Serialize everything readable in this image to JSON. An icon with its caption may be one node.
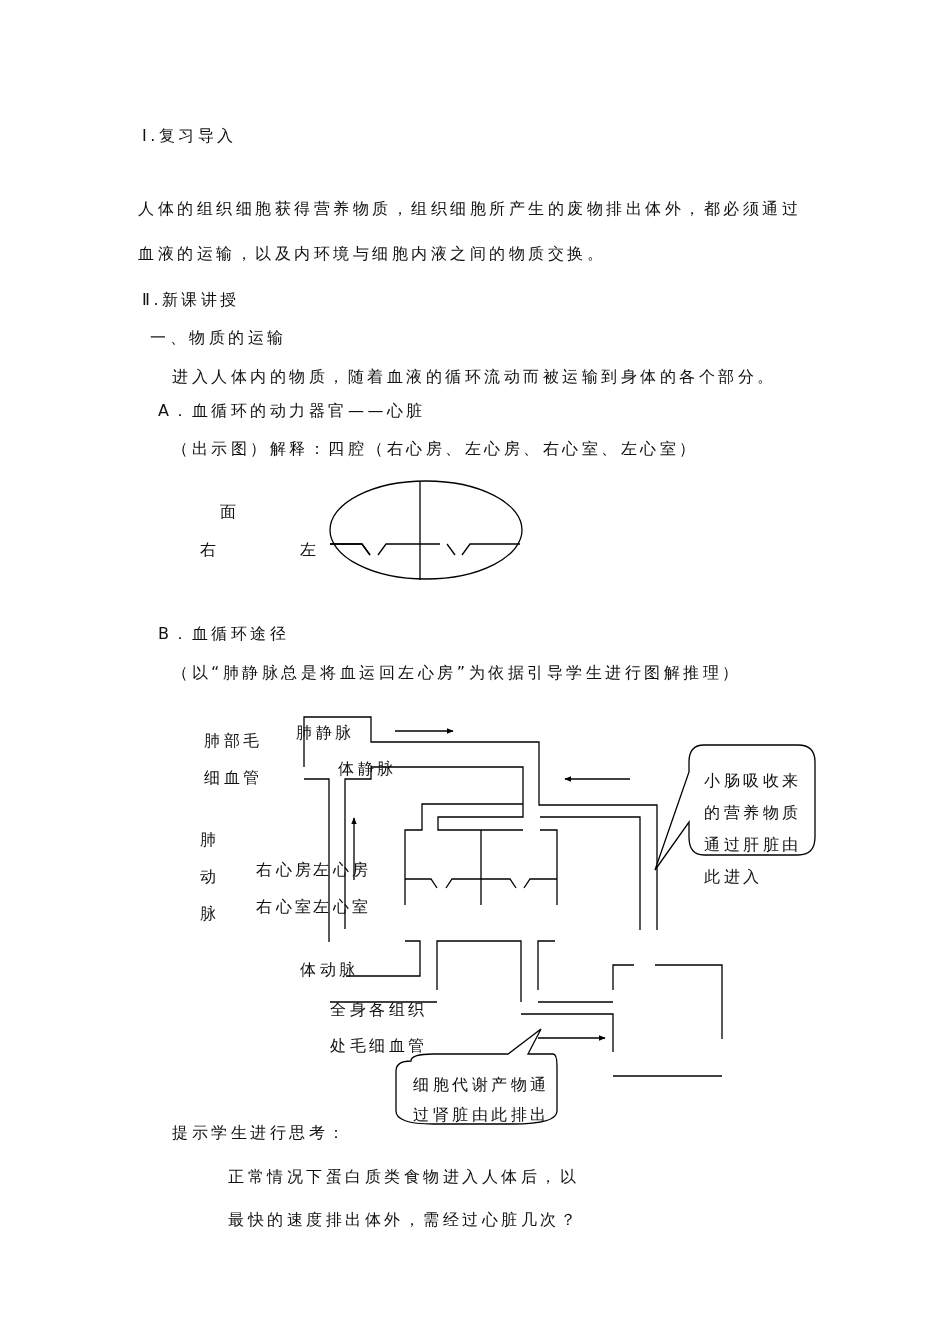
{
  "diagram": {
    "nodes": [
      {
        "text": [
          "小肠吸收来的营养物质通过肝脏由此进入"
        ]
      },
      {
        "text": [
          "细胞代谢产物通过肾脏由此排出"
        ]
      }
    ],
    "labels": [
      "Ⅰ.复习导入",
      "人体的组织细胞获得营养物质，组织细胞所产生的废物排出体外，都必须通过血液的运输，以及内环境与细胞内液之间的物质交换。",
      "Ⅱ.新课讲授",
      "一、物质的运输",
      "进入人体内的物质，随着血液的循环流动而被运输到身体的各个部分。",
      "A．血循环的动力器官——心脏",
      "（出示图）解释：四腔（右心房、左心房、右心室、左心室）",
      "面",
      "右",
      "左",
      "B．血循环途径",
      "（以“肺静脉总是将血运回左心房”为依据引导学生进行图解推理）",
      "肺部毛细血管",
      "肺静脉",
      "体静脉",
      "肺动脉",
      "右心房",
      "左心房",
      "右心室",
      "左心室",
      "体动脉",
      "全身各组织处毛细血管",
      "提示学生进行思考：",
      "正常情况下蛋白质类食物进入人体后，以最快的速度排出体外，需经过心脏几次？"
    ]
  }
}
